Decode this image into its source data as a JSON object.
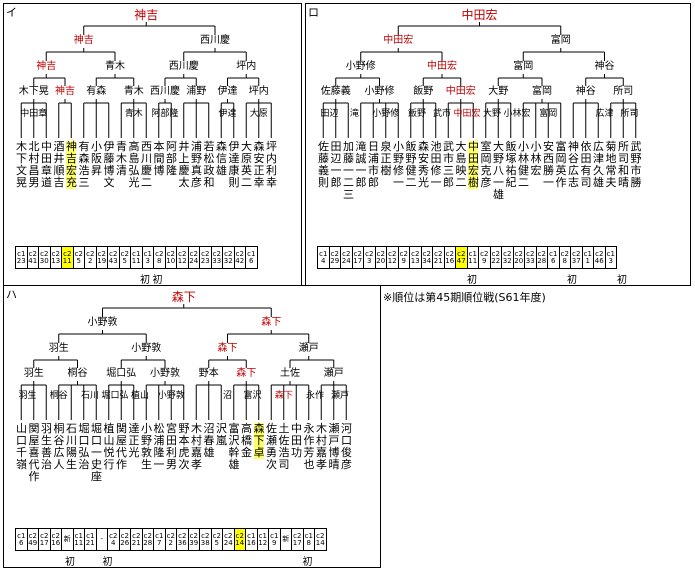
{
  "note": "※順位は第45期順位戦(S61年度)",
  "colors": {
    "winner": "#c00000",
    "highlight": "#ffff00",
    "line": "#000000"
  },
  "panels": [
    {
      "label": "イ",
      "winner": "神吉",
      "r1": [
        [
          "神吉",
          "西川慶"
        ]
      ],
      "r2": [
        [
          "神吉",
          "青木"
        ],
        [
          "西川慶",
          "坪内"
        ]
      ],
      "r3": [
        [
          "木下晃",
          "神吉"
        ],
        [
          "有森",
          "青木"
        ],
        [
          "西川慶",
          "浦野"
        ],
        [
          "伊達",
          "坪内"
        ]
      ],
      "r4": [
        "中田章",
        "",
        "",
        "青木",
        "阿部隆",
        "",
        "伊達",
        "大原"
      ],
      "players": [
        {
          "s": "木下文晃",
          "rk": "c1",
          "n": "23"
        },
        {
          "s": "北村昌男",
          "rk": "c2",
          "n": "41"
        },
        {
          "s": "中田章道",
          "rk": "c2",
          "n": "30"
        },
        {
          "s": "酒井順吉",
          "rk": "c2",
          "n": "13"
        },
        {
          "s": "神吉宏充",
          "rk": "c2",
          "n": "11",
          "hl": true
        },
        {
          "s": "有森浩三",
          "rk": "c2",
          "n": "5"
        },
        {
          "s": "小阪昇",
          "rk": "c2",
          "n": "2"
        },
        {
          "s": "伊藤博文",
          "rk": "c2",
          "n": "19"
        },
        {
          "s": "青木清",
          "rk": "c2",
          "n": "43"
        },
        {
          "s": "高島弘光",
          "rk": "c2",
          "n": "5"
        },
        {
          "s": "西川慶二",
          "rk": "c1",
          "n": "11"
        },
        {
          "s": "本間博",
          "rk": "c1",
          "n": "3"
        },
        {
          "s": "阿部隆",
          "rk": "c2",
          "n": "8"
        },
        {
          "s": "井上慶太",
          "rk": "c2",
          "n": "10"
        },
        {
          "s": "浦野真彦",
          "rk": "c2",
          "n": "12"
        },
        {
          "s": "若松政和",
          "rk": "c2",
          "n": "24"
        },
        {
          "s": "森信雄",
          "rk": "c2",
          "n": "23"
        },
        {
          "s": "伊達康則",
          "rk": "c2",
          "n": "33"
        },
        {
          "s": "大原英二",
          "rk": "c2",
          "n": "32"
        },
        {
          "s": "森安正幸",
          "rk": "c2",
          "n": "42"
        },
        {
          "s": "坪内利幸",
          "rk": "c1",
          "n": "6"
        }
      ],
      "sho": [
        {
          "t": "初",
          "i": 10
        },
        {
          "t": "初",
          "i": 11
        }
      ]
    },
    {
      "label": "ロ",
      "winner": "中田宏",
      "r1": [
        [
          "中田宏",
          "富岡"
        ]
      ],
      "r2": [
        [
          "小野修",
          "中田宏"
        ],
        [
          "富岡",
          "神谷"
        ]
      ],
      "r3": [
        [
          "佐藤義",
          "小野修"
        ],
        [
          "飯野",
          "中田宏"
        ],
        [
          "大野",
          "富岡"
        ],
        [
          "神谷",
          "所司"
        ]
      ],
      "r4": [
        "田辺",
        "滝",
        "小野修",
        "飯野",
        "武市",
        "中田宏",
        "大野",
        "小林宏",
        "富岡",
        "",
        "広津",
        "所司"
      ],
      "players": [
        {
          "s": "佐藤義則",
          "rk": "c1",
          "n": "4"
        },
        {
          "s": "田辺一郎",
          "rk": "c2",
          "n": "29"
        },
        {
          "s": "加藤一二三",
          "rk": "c2",
          "n": "24"
        },
        {
          "s": "滝誠一郎",
          "rk": "c2",
          "n": "17"
        },
        {
          "s": "日浦市郎",
          "rk": "c2",
          "n": "3"
        },
        {
          "s": "泉正樹",
          "rk": "c2",
          "n": "20"
        },
        {
          "s": "小野修一",
          "rk": "c2",
          "n": "12"
        },
        {
          "s": "飯野健二",
          "rk": "c2",
          "n": "9"
        },
        {
          "s": "森安秀光",
          "rk": "c2",
          "n": "13"
        },
        {
          "s": "池田修一",
          "rk": "c2",
          "n": "34"
        },
        {
          "s": "武市三郎",
          "rk": "c2",
          "n": "21"
        },
        {
          "s": "大島映二",
          "rk": "c2",
          "n": "16"
        },
        {
          "s": "中田宏樹",
          "rk": "c2",
          "n": "47",
          "hl": true
        },
        {
          "s": "室岡克彦",
          "rk": "c1",
          "n": "11"
        },
        {
          "s": "大野八一雄",
          "rk": "c2",
          "n": "9"
        },
        {
          "s": "飯塚祐紀",
          "rk": "c2",
          "n": "22"
        },
        {
          "s": "小林健二",
          "rk": "c2",
          "n": "32"
        },
        {
          "s": "小林宏",
          "rk": "c2",
          "n": "20"
        },
        {
          "s": "安西勝一",
          "rk": "c2",
          "n": "33"
        },
        {
          "s": "富岡英作",
          "rk": "c2",
          "n": "28"
        },
        {
          "s": "神谷広志",
          "rk": "c1",
          "n": "6"
        },
        {
          "s": "依田有司",
          "rk": "c2",
          "n": "8"
        },
        {
          "s": "広津久雄",
          "rk": "c2",
          "n": "37"
        },
        {
          "s": "菊地常夫",
          "rk": "c1",
          "n": "1"
        },
        {
          "s": "所司和晴",
          "rk": "c2",
          "n": "46"
        },
        {
          "s": "武野市勝",
          "rk": "c1",
          "n": "3"
        }
      ],
      "sho": [
        {
          "t": "初",
          "i": 12
        },
        {
          "t": "初",
          "i": 20
        },
        {
          "t": "初",
          "i": 24
        }
      ]
    },
    {
      "label": "ハ",
      "winner": "森下",
      "r1": [
        [
          "小野敦",
          "森下"
        ]
      ],
      "r2": [
        [
          "羽生",
          "小野敦"
        ],
        [
          "森下",
          "瀬戸"
        ]
      ],
      "r3": [
        [
          "羽生",
          "桐谷"
        ],
        [
          "堀口弘",
          "小野敦"
        ],
        [
          "野本",
          "森下"
        ],
        [
          "土佐",
          "瀬戸"
        ]
      ],
      "r4": [
        "羽生",
        "桐谷",
        "石川",
        "堀口弘",
        "植山",
        "小野敦",
        "",
        "沼",
        "富沢",
        "森下",
        "永作",
        "瀬戸"
      ],
      "players": [
        {
          "s": "山口千嶺",
          "rk": "c1",
          "n": "6"
        },
        {
          "s": "関屋喜代作",
          "rk": "c2",
          "n": "49"
        },
        {
          "s": "羽生善治",
          "rk": "c2",
          "n": "17"
        },
        {
          "s": "桐谷広人",
          "rk": "c2",
          "n": "16"
        },
        {
          "s": "石川陽生",
          "rk": "新",
          "n": ""
        },
        {
          "s": "堀口弘治",
          "rk": "c1",
          "n": "11"
        },
        {
          "s": "堀口一史座",
          "rk": "c1",
          "n": "21"
        },
        {
          "s": "植山悦行",
          "rk": "-",
          "n": ""
        },
        {
          "s": "関屋代作",
          "rk": "c2",
          "n": "4"
        },
        {
          "s": "達正光",
          "rk": "c2",
          "n": "26"
        },
        {
          "s": "小野敦生",
          "rk": "c2",
          "n": "21"
        },
        {
          "s": "松浦隆一",
          "rk": "c2",
          "n": "28"
        },
        {
          "s": "宮田利男",
          "rk": "c1",
          "n": "7"
        },
        {
          "s": "野本虎次",
          "rk": "c2",
          "n": "2"
        },
        {
          "s": "木村嘉孝",
          "rk": "c2",
          "n": "36"
        },
        {
          "s": "沼春雄",
          "rk": "c2",
          "n": "39"
        },
        {
          "s": "沢嵐",
          "rk": "c2",
          "n": "38"
        },
        {
          "s": "富沢幹雄",
          "rk": "c2",
          "n": "5"
        },
        {
          "s": "高橋金",
          "rk": "c2",
          "n": "24"
        },
        {
          "s": "森下卓",
          "rk": "c2",
          "n": "14",
          "hl": true
        },
        {
          "s": "佐瀬勇次",
          "rk": "c1",
          "n": "16"
        },
        {
          "s": "土佐浩司",
          "rk": "c1",
          "n": "12"
        },
        {
          "s": "中田功",
          "rk": "c1",
          "n": "9"
        },
        {
          "s": "永作芳也",
          "rk": "新",
          "n": ""
        },
        {
          "s": "木村嘉孝",
          "rk": "c2",
          "n": "17"
        },
        {
          "s": "瀬戸博晴",
          "rk": "c1",
          "n": "8"
        },
        {
          "s": "河口俊彦",
          "rk": "c2",
          "n": "14"
        }
      ],
      "sho": [
        {
          "t": "初",
          "i": 4
        },
        {
          "t": "初",
          "i": 7
        },
        {
          "t": "初",
          "i": 23
        }
      ]
    }
  ]
}
